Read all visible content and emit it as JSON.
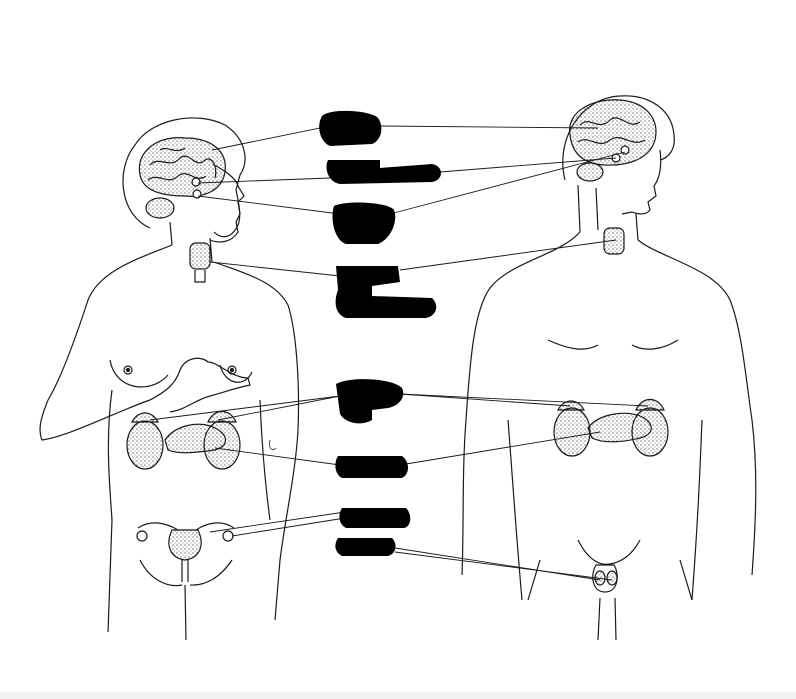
{
  "figure": {
    "subject": "endocrine-glands",
    "figures": [
      "female-figure",
      "male-figure"
    ],
    "label_boxes": [
      {
        "name": "label-box-pituitary-hypothalamus",
        "text": ""
      },
      {
        "name": "label-box-pineal",
        "text": ""
      },
      {
        "name": "label-box-parathyroid",
        "text": ""
      },
      {
        "name": "label-box-thyroid",
        "text": ""
      },
      {
        "name": "label-box-adrenal",
        "text": ""
      },
      {
        "name": "label-box-pancreas",
        "text": ""
      },
      {
        "name": "label-box-ovary",
        "text": ""
      },
      {
        "name": "label-box-testis",
        "text": ""
      }
    ],
    "redaction_color": "#000000",
    "line_color": "#1a1a1a",
    "background_color": "#ffffff"
  }
}
